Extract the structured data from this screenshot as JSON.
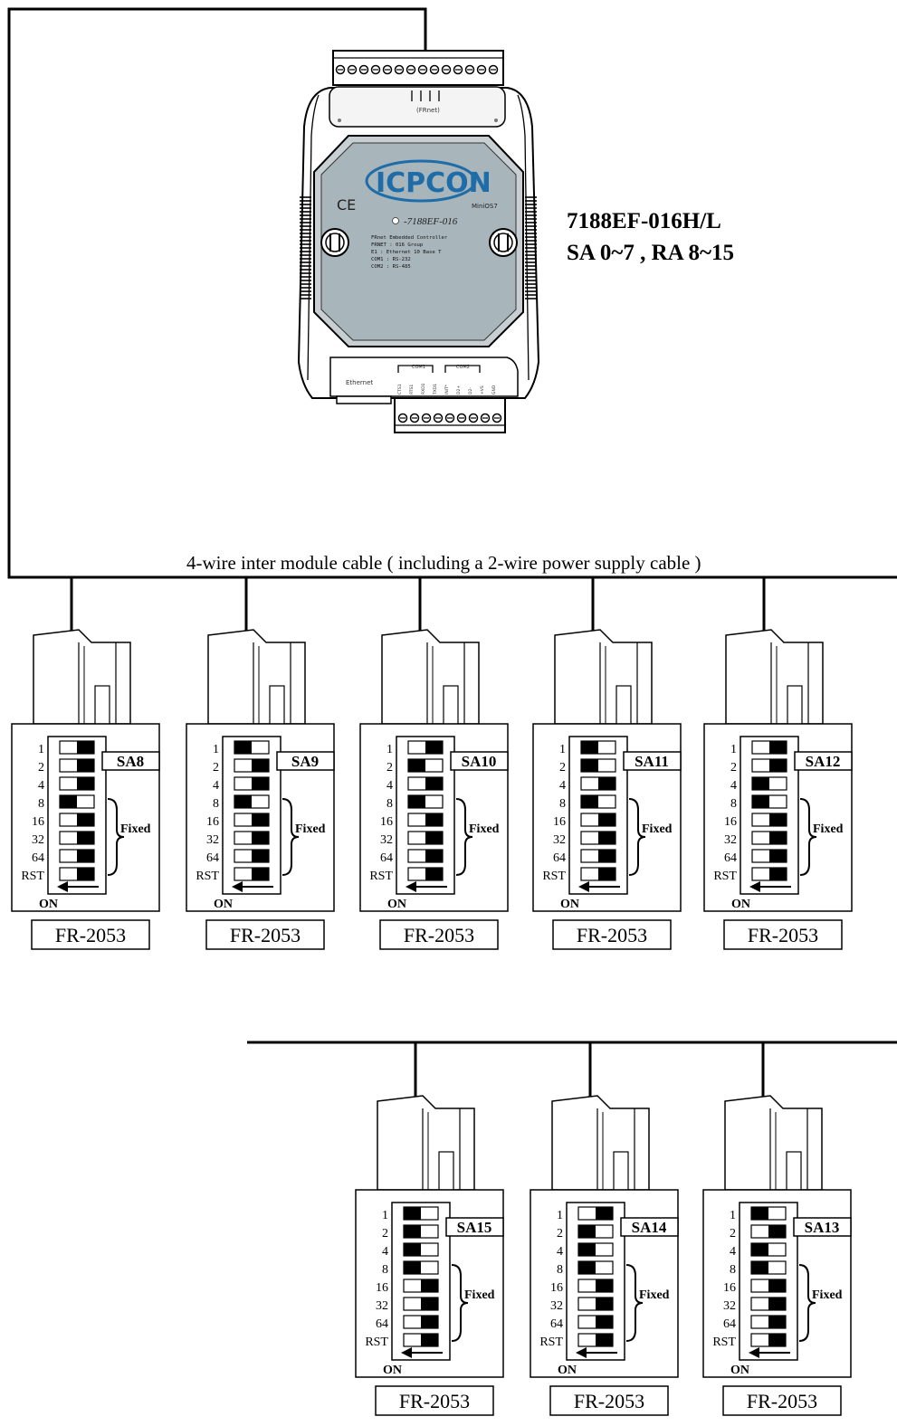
{
  "controller": {
    "model_title": "7188EF-016H/L",
    "address_line": "SA 0~7 , RA 8~15",
    "brand_logo_text": "ICPCON",
    "front_model": "-7188EF-016",
    "front_side_text": "MiniOS7",
    "front_lines": [
      "FRnet Embedded Controller",
      "FRNET     : 016 Group",
      "E1        : Ethernet 10 Base T",
      "COM1      : RS-232",
      "COM2      : RS-485"
    ],
    "top_label": "(FRnet)",
    "bottom_label": "Ethernet",
    "com1_label": "COM1",
    "com2_label": "COM2",
    "pin_labels": [
      "CTS1",
      "RTS1",
      "RXD1",
      "TXD1",
      "INIT*",
      "D2+",
      "D2-",
      "+VS",
      "GND"
    ]
  },
  "cable_label": "4-wire inter module cable ( including a 2-wire power supply cable )",
  "switch_labels": [
    "1",
    "2",
    "4",
    "8",
    "16",
    "32",
    "64",
    "RST"
  ],
  "on_label": "ON",
  "fixed_label": "Fixed",
  "modules": [
    {
      "addr": "SA8",
      "name": "FR-2053",
      "switches": [
        1,
        1,
        1,
        0,
        1,
        1,
        1,
        1
      ]
    },
    {
      "addr": "SA9",
      "name": "FR-2053",
      "switches": [
        0,
        1,
        1,
        0,
        1,
        1,
        1,
        1
      ]
    },
    {
      "addr": "SA10",
      "name": "FR-2053",
      "switches": [
        1,
        0,
        1,
        0,
        1,
        1,
        1,
        1
      ]
    },
    {
      "addr": "SA11",
      "name": "FR-2053",
      "switches": [
        0,
        0,
        1,
        0,
        1,
        1,
        1,
        1
      ]
    },
    {
      "addr": "SA12",
      "name": "FR-2053",
      "switches": [
        1,
        1,
        0,
        0,
        1,
        1,
        1,
        1
      ]
    },
    {
      "addr": "SA15",
      "name": "FR-2053",
      "switches": [
        0,
        0,
        0,
        0,
        1,
        1,
        1,
        1
      ]
    },
    {
      "addr": "SA14",
      "name": "FR-2053",
      "switches": [
        1,
        0,
        0,
        0,
        1,
        1,
        1,
        1
      ]
    },
    {
      "addr": "SA13",
      "name": "FR-2053",
      "switches": [
        0,
        1,
        0,
        0,
        1,
        1,
        1,
        1
      ]
    }
  ]
}
